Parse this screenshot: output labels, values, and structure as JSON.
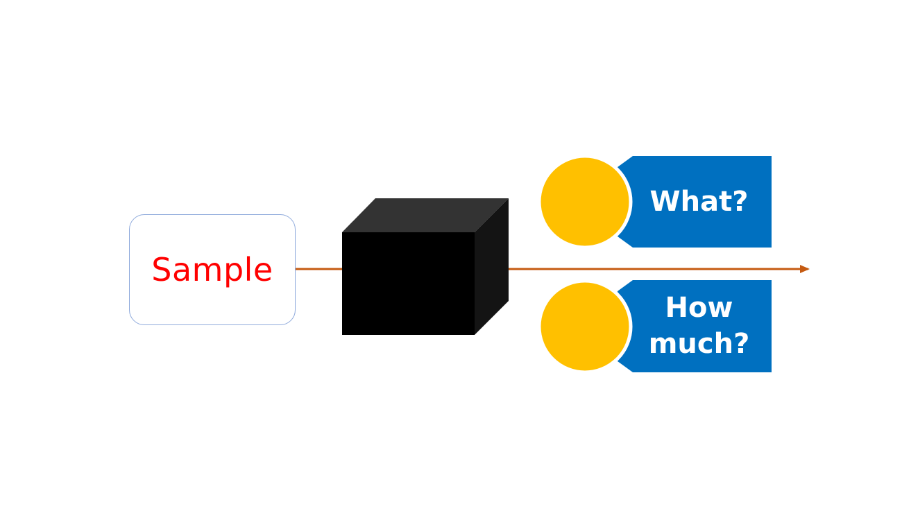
{
  "diagram": {
    "sample_label": "Sample",
    "what_label": "What?",
    "how_label_line1": "How",
    "how_label_line2": "much?"
  },
  "colors": {
    "arrow": "#c55a11",
    "sample_text": "#ff0000",
    "sample_border": "#8faadc",
    "box_front": "#000000",
    "box_top": "#333333",
    "box_side": "#141414",
    "circle": "#ffc000",
    "tag": "#0070c0"
  },
  "icons": [
    "black-box-icon",
    "yellow-circle-icon",
    "arrow-icon"
  ]
}
